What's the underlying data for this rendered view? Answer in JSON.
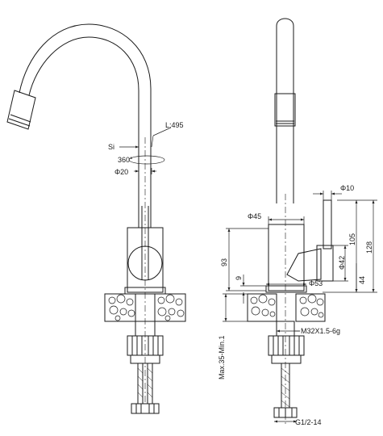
{
  "front_view": {
    "material_label": "Si",
    "spout_length": "L:495",
    "rotation": "360°",
    "tube_diameter": "Φ20"
  },
  "side_view": {
    "handle_diameter": "Φ10",
    "body_top_diameter": "Φ45",
    "body_diameter": "Φ42",
    "base_diameter": "Φ53",
    "height_body": "93",
    "height_base": "9",
    "height_handle": "105",
    "height_overall": "128",
    "height_outlet": "44",
    "thread": "M32X1.5-6g",
    "mount_thickness": "Max.35-Min.1",
    "hose_thread": "G1/2-14"
  },
  "colors": {
    "line": "#1a1a1a",
    "dim": "#222222"
  }
}
